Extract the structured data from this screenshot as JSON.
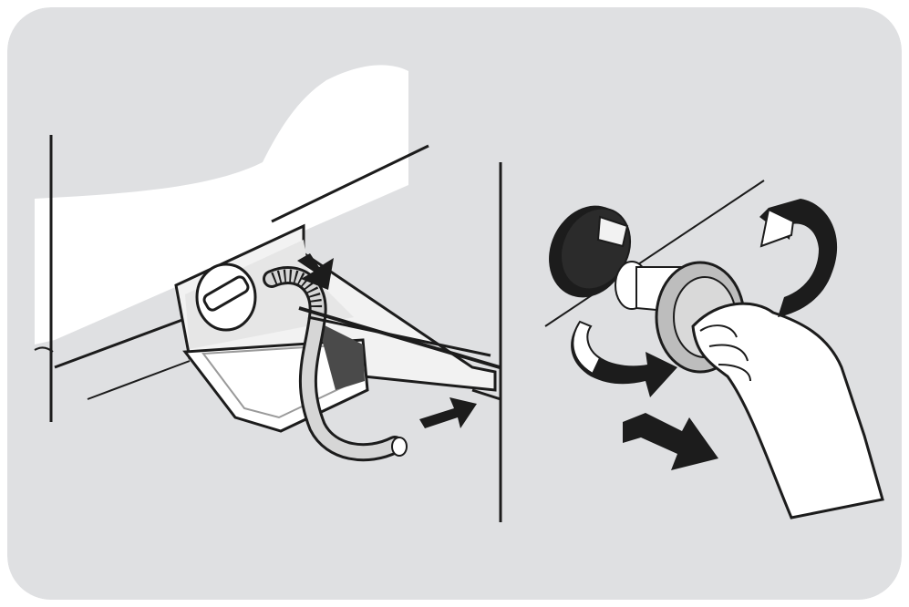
{
  "figure": {
    "panel_count": 2,
    "background_color": "#dfe0e2",
    "line_color": "#1c1c1c",
    "panel_fill_white": "#ffffff",
    "panel_fill_light": "#f2f2f2",
    "panel_fill_mid": "#bdbdbd",
    "panel_fill_dark": "#4a4a4a",
    "left_panel": {
      "icon": "drain-hose-and-filter-cap-icon",
      "arrows": [
        "press-down-arrow",
        "pull-hose-arrow"
      ]
    },
    "right_panel": {
      "icon": "pump-filter-removal-icon",
      "arrows": [
        "counterclockwise-turn-arrow",
        "clockwise-turn-arrow",
        "pull-out-arrow"
      ]
    }
  }
}
